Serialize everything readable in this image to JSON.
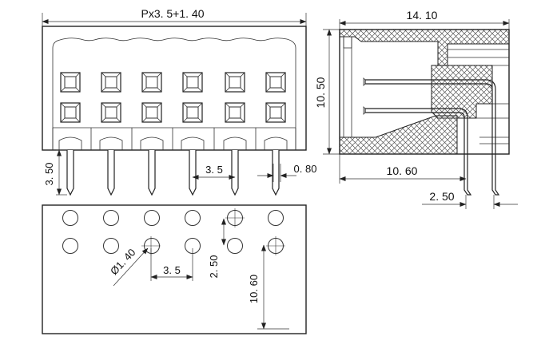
{
  "dimensions": {
    "top_width": "Px3. 5+1. 40",
    "pin_length": "3. 50",
    "pitch_top": "3. 5",
    "pin_width": "0. 80",
    "side_width": "14. 10",
    "side_height": "10. 50",
    "side_depth": "10. 60",
    "side_pin_offset": "2. 50",
    "hole_diameter": "Ø1. 40",
    "pitch_bottom": "3. 5",
    "row_spacing": "2. 50",
    "row_offset": "10. 60"
  },
  "colors": {
    "line": "#222222",
    "hatch": "#555555",
    "background": "#ffffff"
  }
}
